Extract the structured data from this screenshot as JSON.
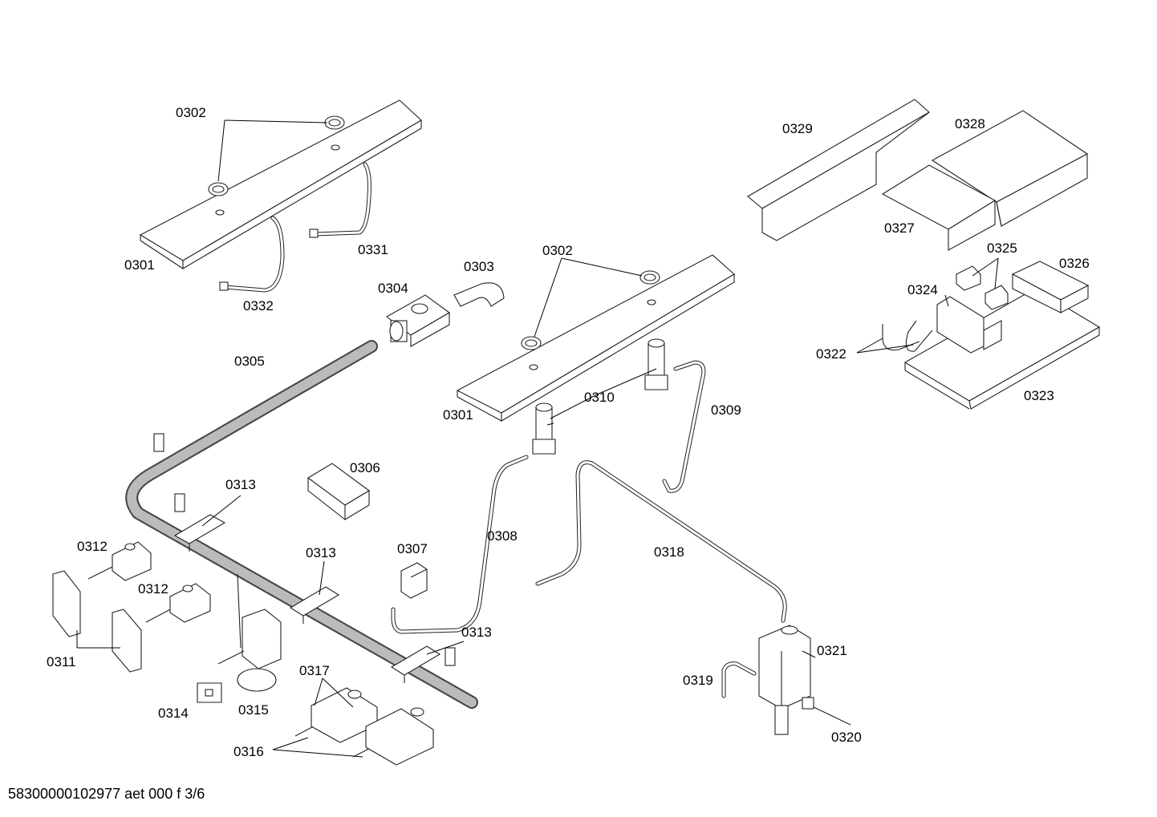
{
  "labels": {
    "p0301": "0301",
    "p0302": "0302",
    "p0303": "0303",
    "p0304": "0304",
    "p0305": "0305",
    "p0306": "0306",
    "p0307": "0307",
    "p0308": "0308",
    "p0309": "0309",
    "p0310": "0310",
    "p0311": "0311",
    "p0312": "0312",
    "p0313": "0313",
    "p0314": "0314",
    "p0315": "0315",
    "p0316": "0316",
    "p0317": "0317",
    "p0318": "0318",
    "p0319": "0319",
    "p0320": "0320",
    "p0321": "0321",
    "p0322": "0322",
    "p0323": "0323",
    "p0324": "0324",
    "p0325": "0325",
    "p0326": "0326",
    "p0327": "0327",
    "p0328": "0328",
    "p0329": "0329",
    "p0331": "0331",
    "p0332": "0332"
  },
  "footer": "58300000102977 aet 000 f 3/6"
}
